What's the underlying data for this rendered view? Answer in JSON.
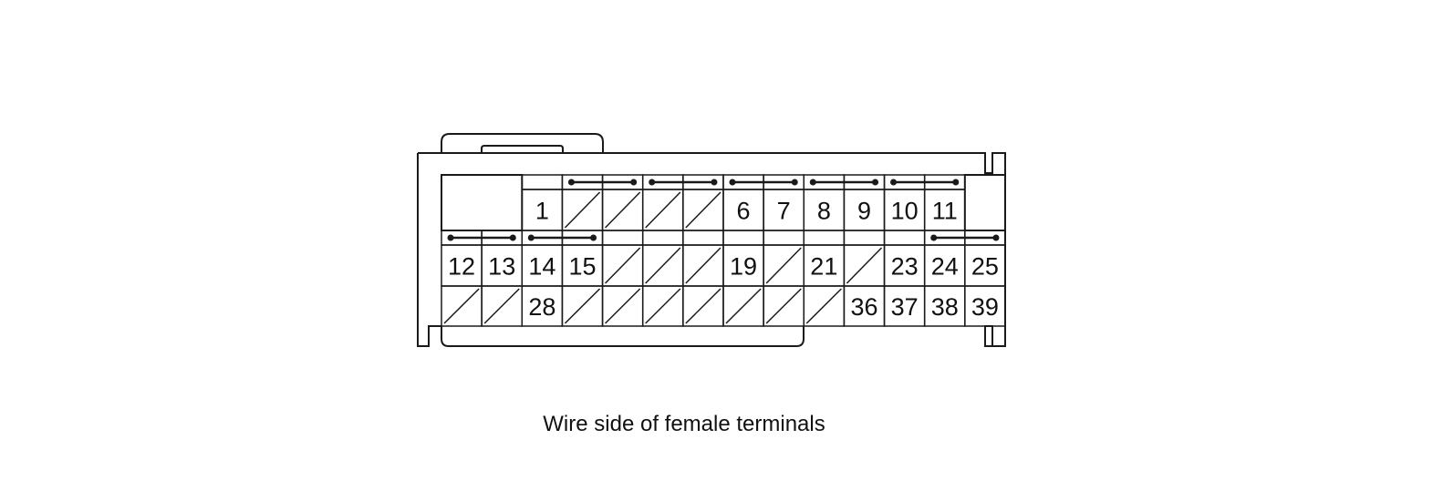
{
  "caption": "Wire side of female terminals",
  "colors": {
    "line": "#1a1a1a",
    "background": "#ffffff"
  },
  "connector": {
    "rows": [
      {
        "cells": [
          null,
          null,
          "1",
          "/",
          "/",
          "/",
          "/",
          "6",
          "7",
          "8",
          "9",
          "10",
          "11",
          null
        ]
      },
      {
        "cells": [
          "12",
          "13",
          "14",
          "15",
          "/",
          "/",
          "/",
          "19",
          "/",
          "21",
          "/",
          "23",
          "24",
          "25"
        ]
      },
      {
        "cells": [
          "/",
          "/",
          "28",
          "/",
          "/",
          "/",
          "/",
          "/",
          "/",
          "/",
          "36",
          "37",
          "38",
          "39"
        ]
      }
    ],
    "shorting_bars": [
      {
        "row": 0,
        "from": 3,
        "to": 4
      },
      {
        "row": 0,
        "from": 5,
        "to": 6
      },
      {
        "row": 0,
        "from": 7,
        "to": 8
      },
      {
        "row": 0,
        "from": 9,
        "to": 10
      },
      {
        "row": 0,
        "from": 11,
        "to": 12
      },
      {
        "row": 1,
        "from": 0,
        "to": 1
      },
      {
        "row": 1,
        "from": 2,
        "to": 3
      },
      {
        "row": 1,
        "from": 12,
        "to": 13
      }
    ]
  }
}
